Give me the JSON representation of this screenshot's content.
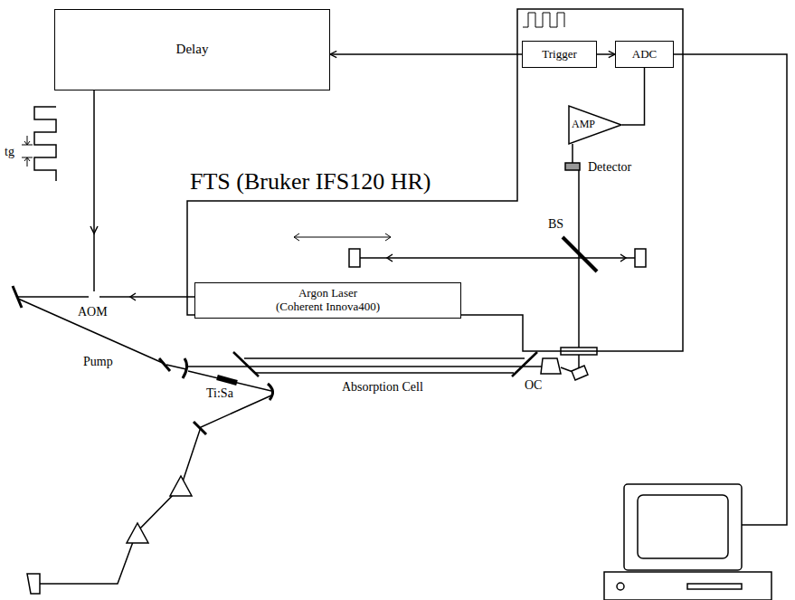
{
  "diagram": {
    "nodes": [
      {
        "text": [
          "Delay"
        ]
      },
      {
        "text": [
          "FTS (Bruker IFS120 HR)"
        ]
      },
      {
        "text": [
          "Trigger"
        ],
        "in": 1
      },
      {
        "text": [
          "ADC"
        ],
        "in": 1
      },
      {
        "text": [
          "AMP"
        ],
        "in": 1
      },
      {
        "text": [
          "Argon Laser",
          "(Coherent Innova400)"
        ]
      }
    ],
    "edges": [
      {
        "from": 2,
        "to": 0,
        "arrow": "to"
      },
      {
        "from": 2,
        "to": 3,
        "arrow": "to"
      },
      {
        "from": 4,
        "to": 3,
        "arrow": "none"
      }
    ],
    "labels": [
      "tg",
      "AOM",
      "Pump",
      "Ti:Sa",
      "Absorption Cell",
      "OC",
      "BS",
      "Detector"
    ]
  }
}
